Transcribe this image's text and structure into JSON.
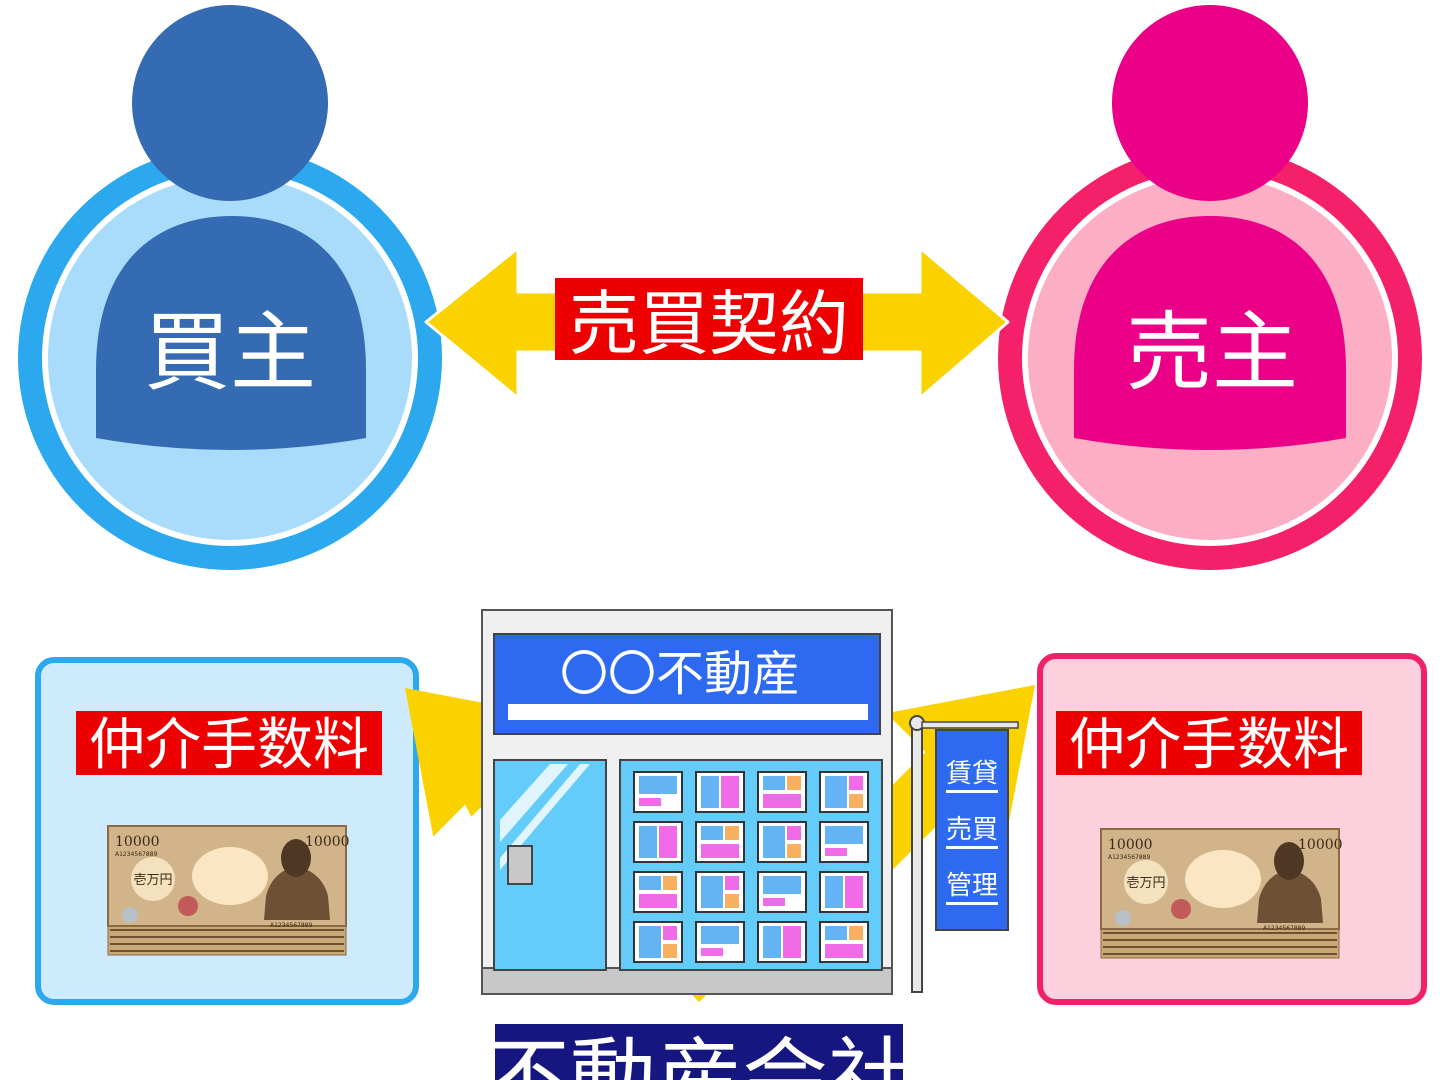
{
  "buyer": {
    "label": "買主"
  },
  "seller": {
    "label": "売主"
  },
  "contract": {
    "label": "売買契約"
  },
  "commission_left": {
    "label": "仲介手数料"
  },
  "commission_right": {
    "label": "仲介手数料"
  },
  "banknote": {
    "denomination": "10000",
    "name": "壱万円",
    "serial": "A1234567889"
  },
  "office": {
    "sign": "〇〇不動産",
    "flag_items": [
      "賃貸",
      "売買",
      "管理"
    ]
  },
  "company": {
    "label": "不動産会社"
  },
  "colors": {
    "buyer_dark": "#356BB3",
    "buyer_ring": "#2BA8EE",
    "buyer_light": "#A9DCFA",
    "seller_dark": "#EB0088",
    "seller_ring": "#F5206A",
    "seller_light": "#FBAEC4",
    "arrow_yellow": "#F9D200",
    "label_red": "#EE0000",
    "company_navy": "#161680",
    "sign_blue": "#2E6AF0",
    "glass_blue": "#64CCFA"
  }
}
